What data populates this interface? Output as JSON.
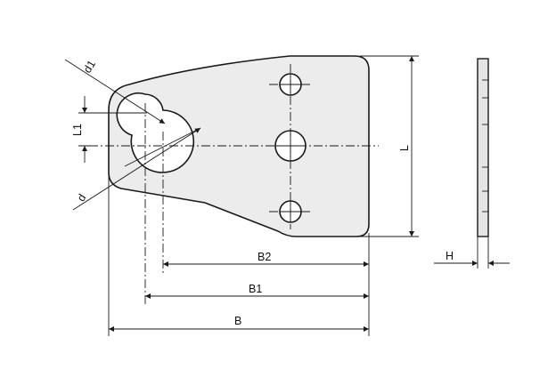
{
  "dimensions": {
    "d1": "d1",
    "d": "d",
    "L1": "L1",
    "L": "L",
    "B": "B",
    "B1": "B1",
    "B2": "B2",
    "H": "H"
  },
  "colors": {
    "plate_fill": "#ececec",
    "outline": "#1a1a1a",
    "background": "#ffffff"
  }
}
